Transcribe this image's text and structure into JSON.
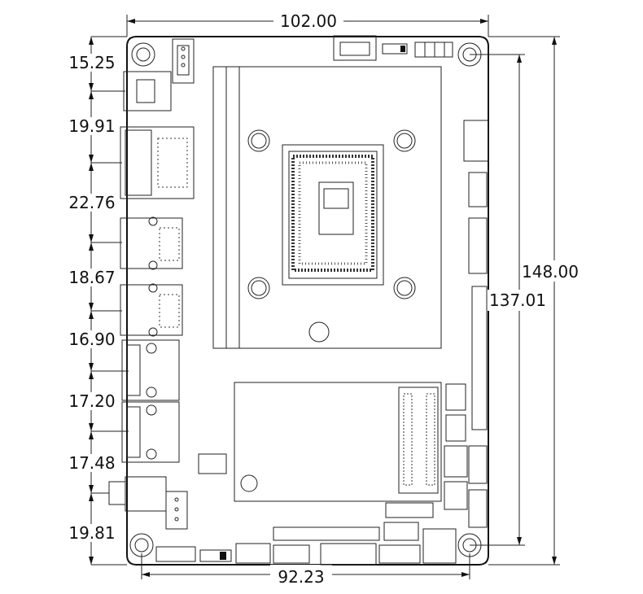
{
  "dimensions": {
    "top_width": "102.00",
    "bottom_width": "92.23",
    "total_height": "148.00",
    "hole_height": "137.01",
    "left_offsets": [
      "15.25",
      "19.91",
      "22.76",
      "18.67",
      "16.90",
      "17.20",
      "17.48",
      "19.81"
    ]
  },
  "colors": {
    "line": "#222222",
    "background": "#ffffff"
  }
}
